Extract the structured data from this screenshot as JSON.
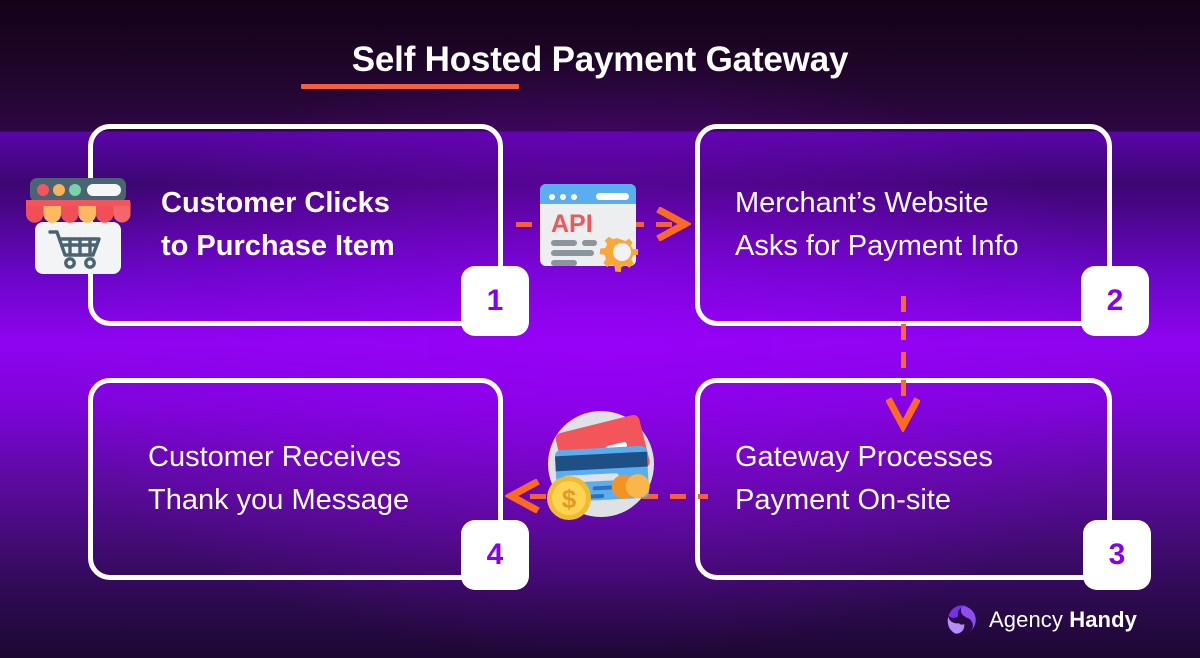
{
  "title": {
    "highlight": "Self Hosted",
    "rest": " Payment Gateway",
    "underline_color": "#f4603e"
  },
  "colors": {
    "accent_orange": "#f4603e",
    "arrow_orange": "#fa6a21",
    "badge_number": "#8500f0",
    "card_border": "#ffffff",
    "text": "#ffffff",
    "background_top": "#140119",
    "background_mid": "#8f04f0",
    "background_bottom": "#1d0733"
  },
  "steps": [
    {
      "number": "1",
      "line1": "Customer Clicks",
      "line2": "to Purchase Item",
      "icon": "storefront-icon",
      "weight": "bold"
    },
    {
      "number": "2",
      "line1": "Merchant’s Website",
      "line2": "Asks for Payment Info",
      "icon": "api-gear-icon",
      "weight": "light"
    },
    {
      "number": "3",
      "line1": "Gateway Processes",
      "line2": "Payment On-site",
      "icon": "credit-card-icon",
      "weight": "light"
    },
    {
      "number": "4",
      "line1": "Customer Receives",
      "line2": "Thank you Message",
      "icon": "credit-card-icon",
      "weight": "light"
    }
  ],
  "connectors": [
    {
      "name": "arrow-step1-to-step2",
      "direction": "right",
      "style": "dashed"
    },
    {
      "name": "arrow-step2-to-step3",
      "direction": "down",
      "style": "dashed"
    },
    {
      "name": "arrow-step3-to-step4",
      "direction": "left",
      "style": "dashed"
    }
  ],
  "icons": {
    "api_label": "API"
  },
  "logo": {
    "light": "Agency",
    "bold": "Handy",
    "mark": "agency-handy-logo-icon"
  },
  "card_text": {
    "c1": "Customer Clicks\nto Purchase Item",
    "c2": "Merchant’s Website\nAsks for Payment Info",
    "c3": "Gateway Processes\nPayment On-site",
    "c4": "Customer Receives\nThank you Message"
  }
}
